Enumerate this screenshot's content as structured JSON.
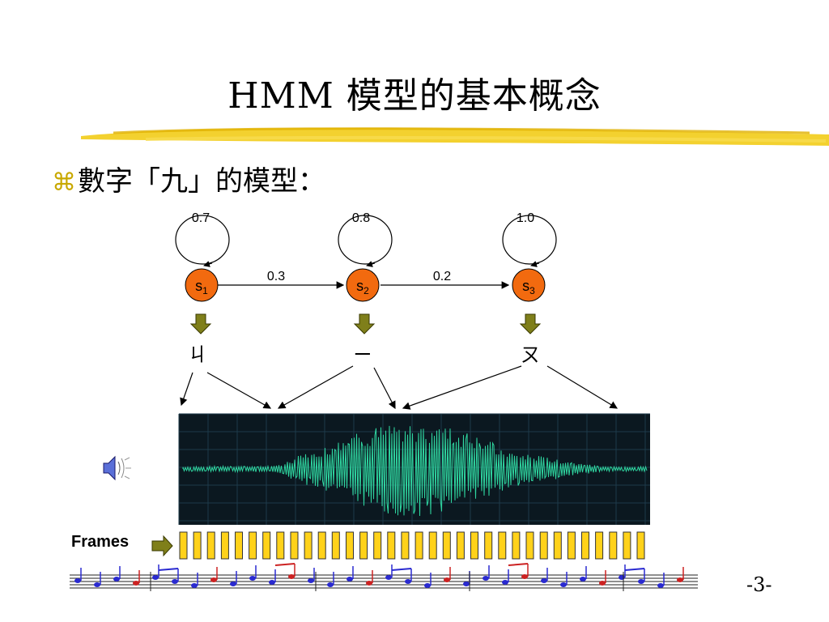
{
  "title": "HMM 模型的基本概念",
  "bullet": {
    "symbol": "⌘",
    "text": "數字「九」的模型："
  },
  "states": [
    {
      "label": "s",
      "sub": "1",
      "self_prob": "0.7",
      "emission": "ㄐ"
    },
    {
      "label": "s",
      "sub": "2",
      "self_prob": "0.8",
      "emission": "ㄧ"
    },
    {
      "label": "s",
      "sub": "3",
      "self_prob": "1.0",
      "emission": "ㄡ"
    }
  ],
  "transitions": [
    "0.3",
    "0.2"
  ],
  "frames_label": "Frames",
  "frame_count": 34,
  "page_number": "-3-",
  "colors": {
    "state_fill": "#f26a0f",
    "down_arrow": "#7f7f1a",
    "waveform_bg": "#0b1820",
    "waveform": "#2fd6a0",
    "frame_fill": "#ffd21a",
    "brush": "#f2cc18"
  },
  "icons": [
    "speaker-icon",
    "music-notes-strip"
  ]
}
